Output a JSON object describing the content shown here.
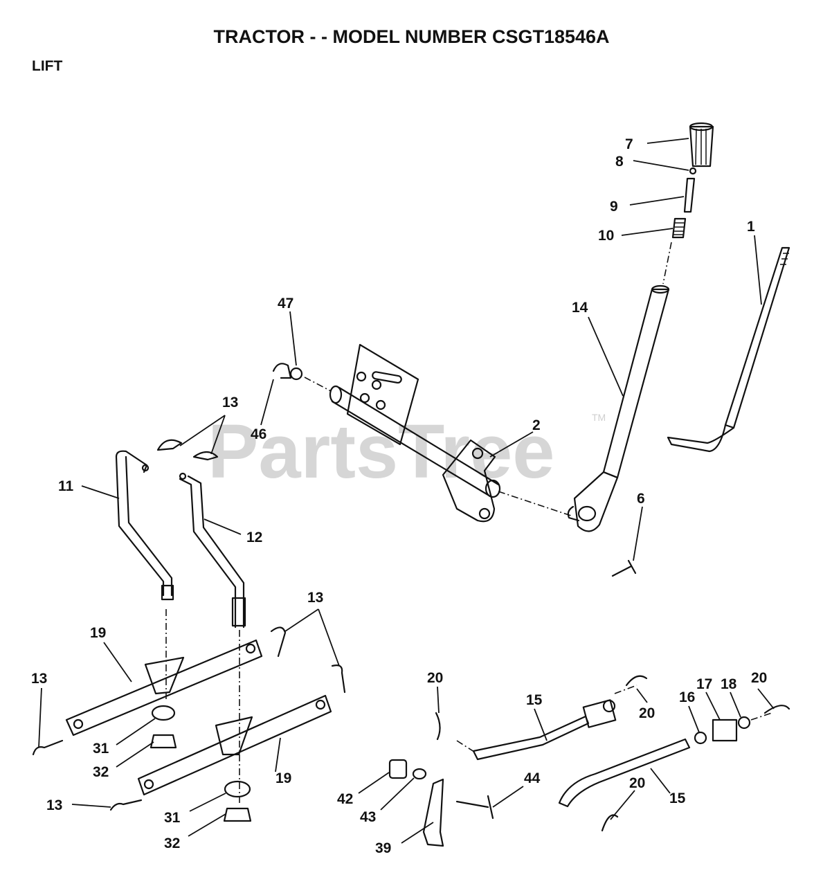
{
  "header": {
    "title": "TRACTOR - - MODEL NUMBER CSGT18546A",
    "section": "LIFT"
  },
  "watermark": {
    "text": "PartsTree",
    "trademark": "TM"
  },
  "callouts": [
    "7",
    "8",
    "9",
    "10",
    "1",
    "14",
    "47",
    "46",
    "13",
    "2",
    "11",
    "12",
    "6",
    "13",
    "19",
    "13",
    "20",
    "15",
    "20",
    "16",
    "17",
    "18",
    "20",
    "31",
    "32",
    "19",
    "42",
    "43",
    "44",
    "20",
    "15",
    "13",
    "31",
    "32",
    "39"
  ],
  "colors": {
    "ink": "#111111",
    "watermark": "#d6d6d6",
    "background": "#ffffff"
  }
}
